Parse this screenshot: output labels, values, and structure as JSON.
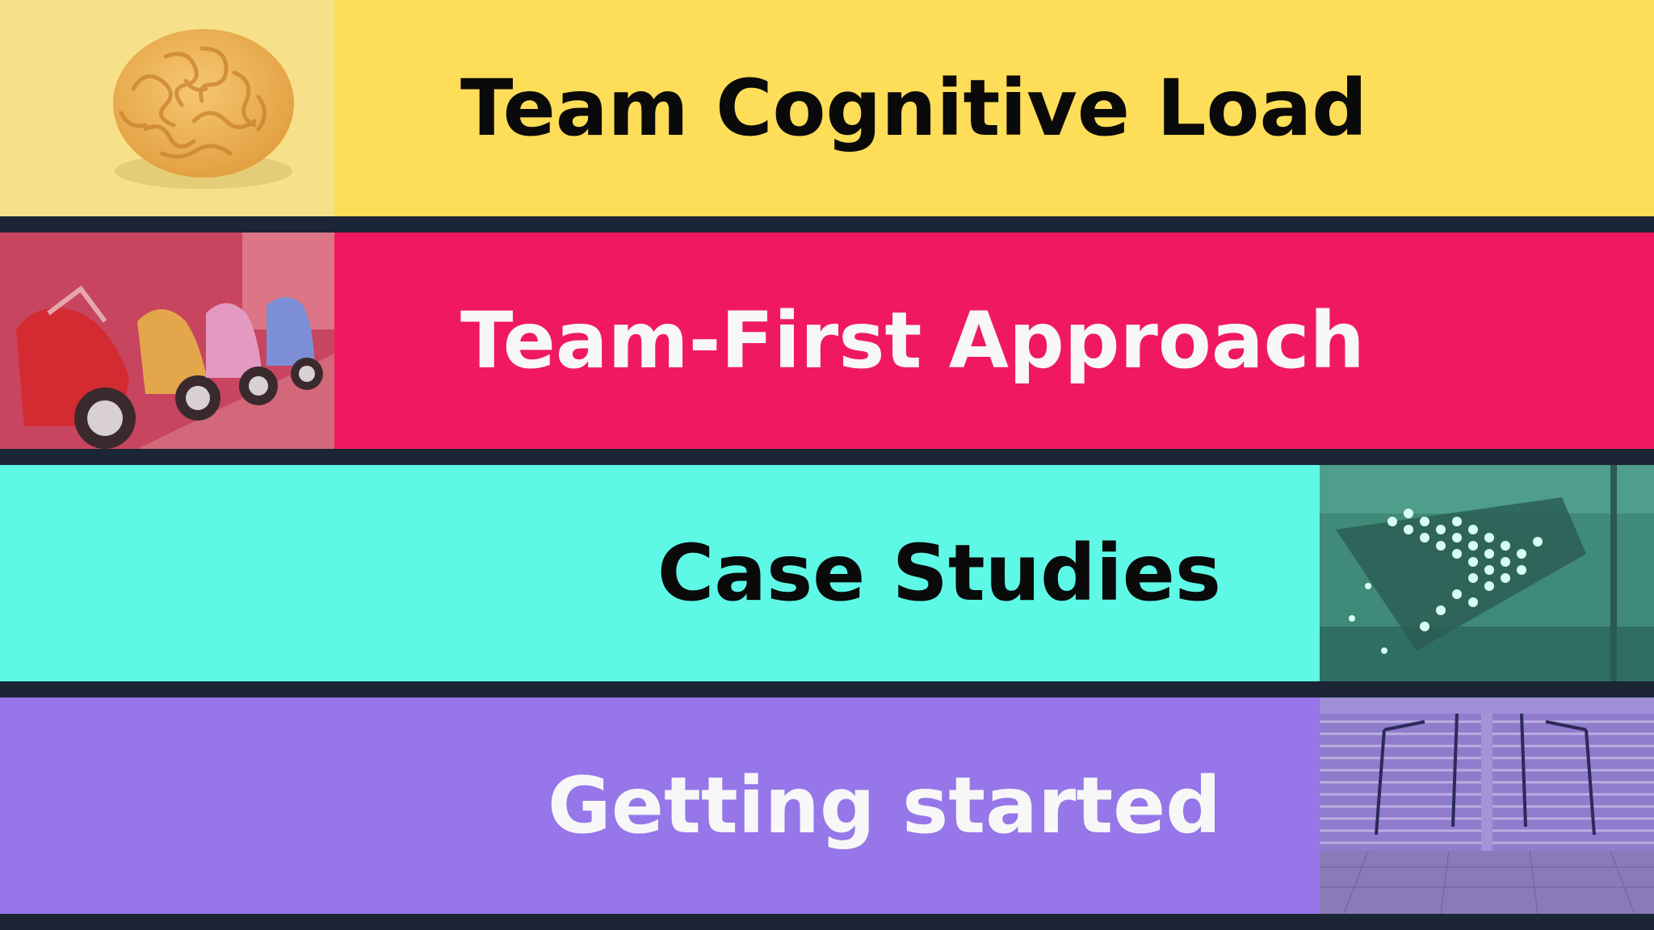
{
  "sections": [
    {
      "title": "Team Cognitive Load",
      "color": "#fedd58",
      "text_color": "#0a0a0a",
      "image": "brain-photo",
      "image_side": "left"
    },
    {
      "title": "Team-First Approach",
      "color": "#f0195f",
      "text_color": "#f7f7f7",
      "image": "scooters-photo",
      "image_side": "left"
    },
    {
      "title": "Case Studies",
      "color": "#5ef8e6",
      "text_color": "#0a0a0a",
      "image": "light-arrow-photo",
      "image_side": "right"
    },
    {
      "title": "Getting started",
      "color": "#9676e8",
      "text_color": "#f7f7f7",
      "image": "stairs-photo",
      "image_side": "right"
    }
  ],
  "colors": {
    "divider": "#1b2536"
  }
}
